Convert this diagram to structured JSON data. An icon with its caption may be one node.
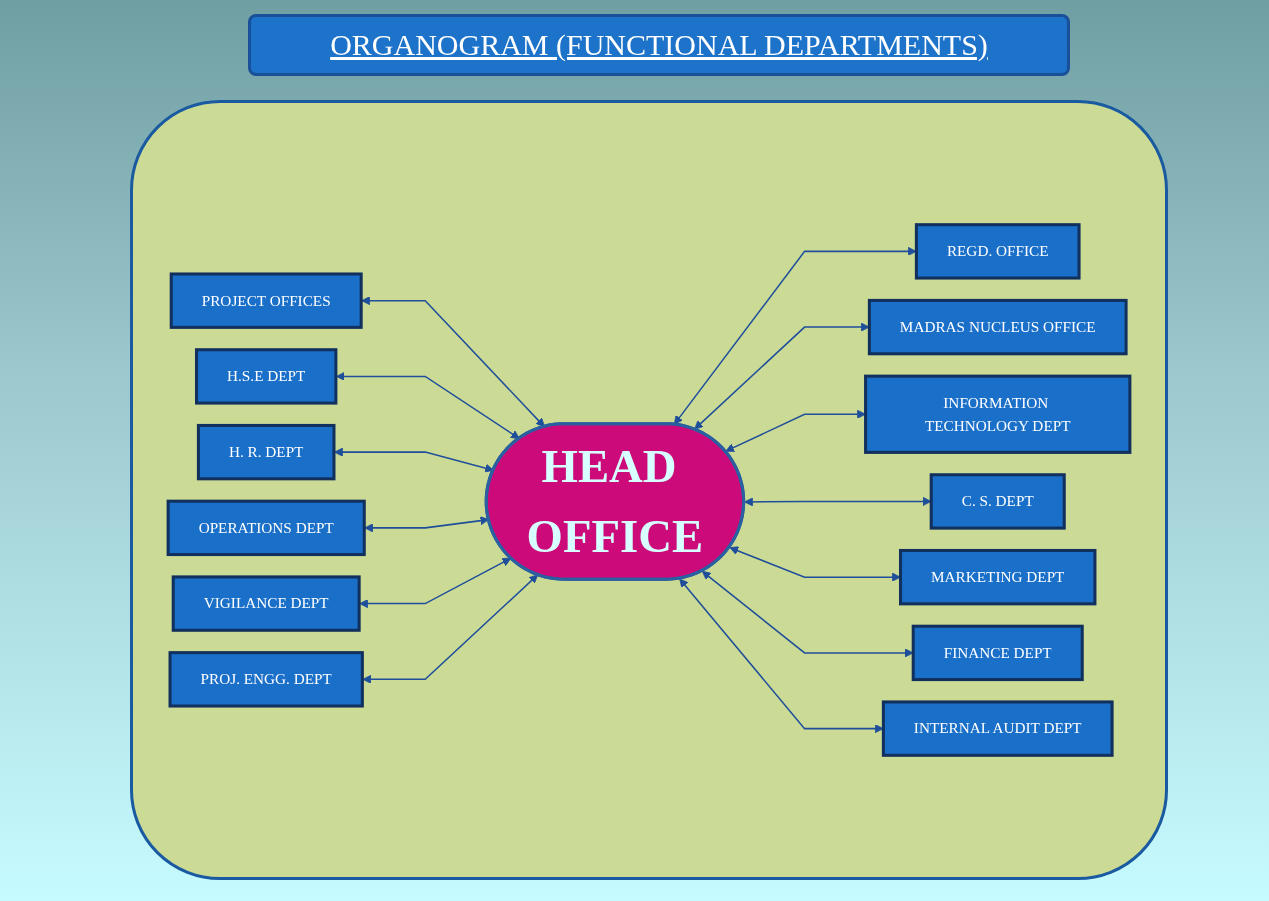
{
  "diagram": {
    "title": "ORGANOGRAM (FUNCTIONAL DEPARTMENTS)",
    "nodes": [
      {
        "text": [
          "REGD. OFFICE"
        ]
      },
      {
        "text": [
          "PROJECT OFFICES"
        ]
      },
      {
        "text": [
          "MADRAS NUCLEUS OFFICE"
        ]
      },
      {
        "text": [
          "H.S.E DEPT"
        ]
      },
      {
        "text": [
          "INFORMATION TECHNOLOGY DEPT"
        ]
      },
      {
        "text": [
          "HEAD OFFICE"
        ]
      },
      {
        "text": [
          "H. R. DEPT"
        ]
      },
      {
        "text": [
          "C. S. DEPT"
        ]
      },
      {
        "text": [
          "OPERATIONS DEPT"
        ]
      },
      {
        "text": [
          "MARKETING DEPT"
        ]
      },
      {
        "text": [
          "VIGILANCE DEPT"
        ]
      },
      {
        "text": [
          "FINANCE DEPT"
        ]
      },
      {
        "text": [
          "PROJ. ENGG. DEPT"
        ]
      },
      {
        "text": [
          "INTERNAL AUDIT DEPT"
        ]
      }
    ],
    "edges": [
      {
        "from": 5,
        "to": 0,
        "arrow": "both"
      },
      {
        "from": 1,
        "to": 5,
        "arrow": "both"
      },
      {
        "from": 5,
        "to": 2,
        "arrow": "both"
      },
      {
        "from": 3,
        "to": 5,
        "arrow": "both"
      },
      {
        "from": 5,
        "to": 4,
        "arrow": "both"
      },
      {
        "from": 6,
        "to": 5,
        "arrow": "both"
      },
      {
        "from": 5,
        "to": 7,
        "arrow": "both"
      },
      {
        "from": 8,
        "to": 5,
        "arrow": "both"
      },
      {
        "from": 5,
        "to": 9,
        "arrow": "both"
      },
      {
        "from": 10,
        "to": 5,
        "arrow": "both"
      },
      {
        "from": 5,
        "to": 11,
        "arrow": "both"
      },
      {
        "from": 12,
        "to": 5,
        "arrow": "both"
      },
      {
        "from": 5,
        "to": 13,
        "arrow": "both"
      }
    ]
  }
}
